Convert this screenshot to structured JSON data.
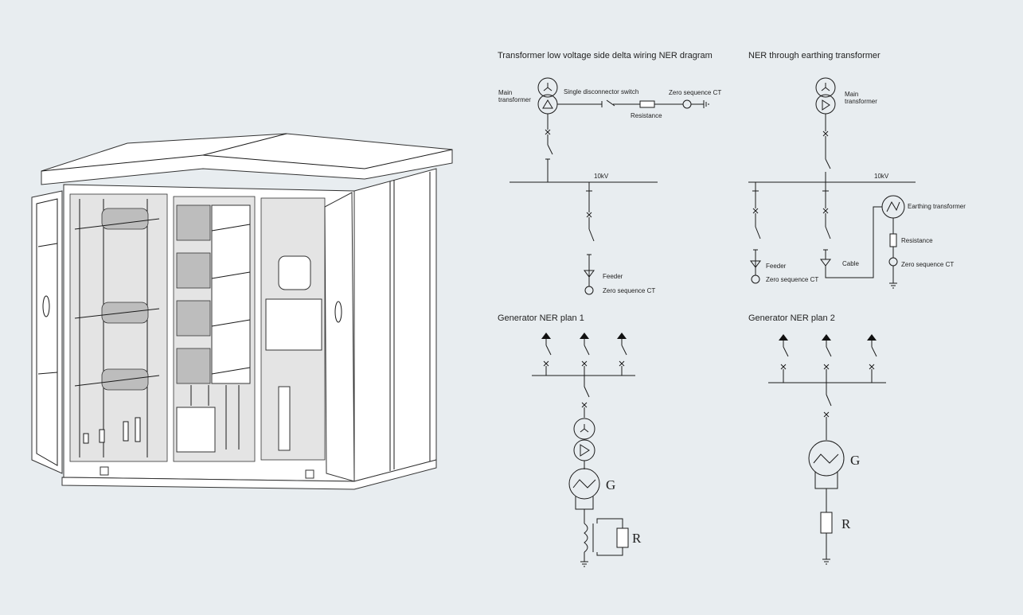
{
  "sections": [
    {
      "title": "Transformer low voltage side delta wiring NER dragram"
    },
    {
      "title": "NER through earthing transformer"
    },
    {
      "title": "Generator NER plan 1"
    },
    {
      "title": "Generator NER plan 2"
    }
  ],
  "labels": {
    "main_transformer_1a": "Main",
    "main_transformer_1b": "transformer",
    "single_disconnector_switch": "Single disconnector switch",
    "zero_sequence_ct_1": "Zero sequence CT",
    "resistance_1": "Resistance",
    "busbar_1": "10kV",
    "feeder_1": "Feeder",
    "zero_sequence_ct_2": "Zero sequence CT",
    "main_transformer_2a": "Main",
    "main_transformer_2b": "transformer",
    "busbar_2": "10kV",
    "earthing_transformer": "Earthing transformer",
    "resistance_2": "Resistance",
    "cable": "Cable",
    "zero_sequence_ct_3": "Zero sequence CT",
    "feeder_2": "Feeder",
    "zero_sequence_ct_4": "Zero sequence CT",
    "generator_1": "G",
    "resistor_1": "R",
    "generator_2": "G",
    "resistor_2": "R"
  }
}
